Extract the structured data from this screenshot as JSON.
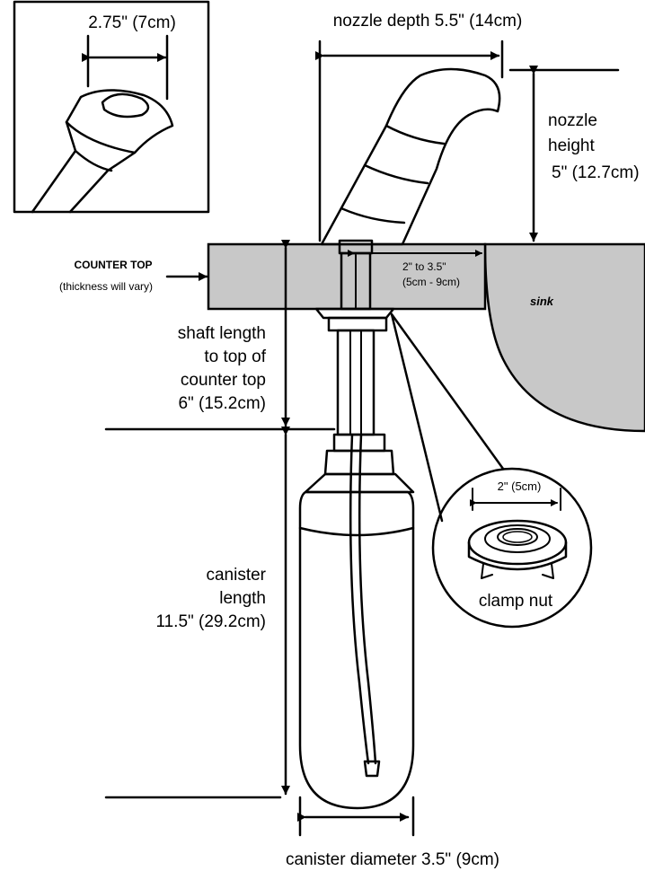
{
  "labels": {
    "inset_width": "2.75\" (7cm)",
    "nozzle_depth": "nozzle depth 5.5\" (14cm)",
    "nozzle_height": [
      "nozzle",
      "height",
      "5\" (12.7cm)"
    ],
    "counter_top": "COUNTER TOP",
    "counter_thickness": "(thickness will vary)",
    "hole_offset": [
      "2\" to 3.5\"",
      "(5cm - 9cm)"
    ],
    "sink": "sink",
    "shaft_length": [
      "shaft length",
      "to top of",
      "counter top",
      "6\" (15.2cm)"
    ],
    "clamp_width": "2\"  (5cm)",
    "clamp_nut": "clamp nut",
    "canister_length": [
      "canister",
      "length",
      "11.5\" (29.2cm)"
    ],
    "canister_diameter": "canister diameter 3.5\" (9cm)"
  },
  "colors": {
    "counter_fill": "#c8c8c8",
    "line": "#000000",
    "background": "#ffffff"
  }
}
